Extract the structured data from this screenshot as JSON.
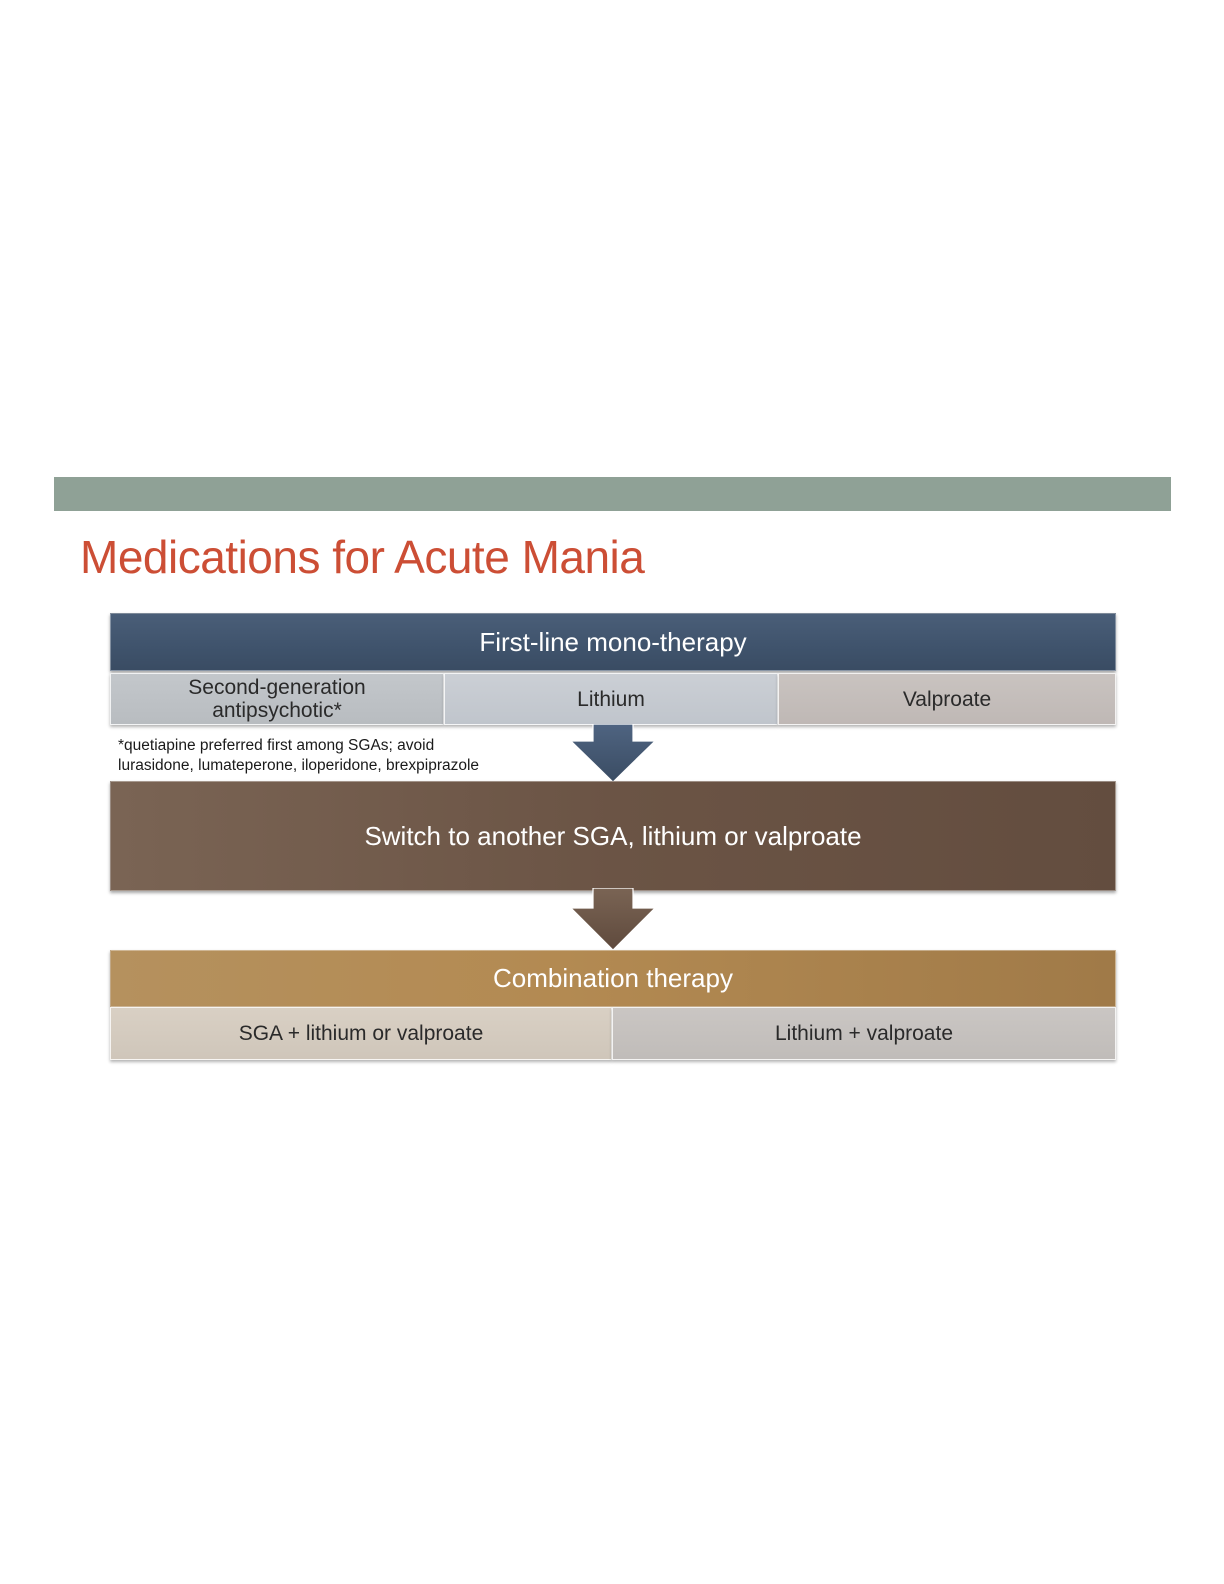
{
  "slide": {
    "title": "Medications for Acute Mania"
  },
  "first_line": {
    "header": "First-line mono-therapy",
    "options": [
      {
        "label_line1": "Second-generation",
        "label_line2": "antipsychotic*"
      },
      {
        "label": "Lithium"
      },
      {
        "label": "Valproate"
      }
    ]
  },
  "footnote": {
    "line1": "*quetiapine preferred first among SGAs; avoid",
    "line2": "lurasidone, lumateperone, iloperidone, brexpiprazole"
  },
  "switch": {
    "label": "Switch to another SGA, lithium or valproate"
  },
  "combination": {
    "header": "Combination therapy",
    "options": [
      {
        "label": "SGA + lithium or valproate"
      },
      {
        "label": "Lithium + valproate"
      }
    ]
  },
  "colors": {
    "title": "#cc4e35",
    "top_bar": "#8fa196",
    "first_line_header": "#44576f",
    "switch_box": "#6e5747",
    "combination_header": "#b08a55"
  }
}
